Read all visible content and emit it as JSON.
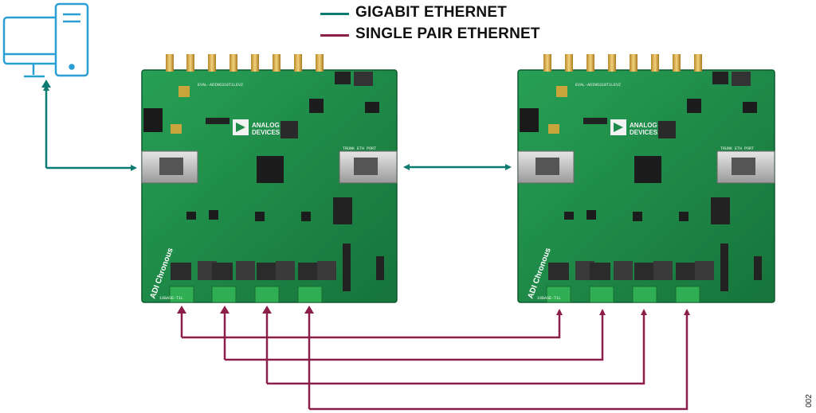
{
  "legend": {
    "items": [
      {
        "label": "GIGABIT ETHERNET",
        "color": "#0e7b73"
      },
      {
        "label": "SINGLE PAIR ETHERNET",
        "color": "#8b1f49"
      }
    ]
  },
  "figure_id": "002",
  "boards": [
    {
      "logo_text_1": "ANALOG",
      "logo_text_2": "DEVICES",
      "brand_text": "ADI Chronous",
      "header_label": "EVAL-ADIN6310T1LEVZ",
      "trunk_label": "TRUNK ETH PORT",
      "spe_port_label": "10BASE-T1L"
    },
    {
      "logo_text_1": "ANALOG",
      "logo_text_2": "DEVICES",
      "brand_text": "ADI Chronous",
      "header_label": "EVAL-ADIN6310T1LEVZ",
      "trunk_label": "TRUNK ETH PORT",
      "spe_port_label": "10BASE-T1L"
    }
  ],
  "icons": {
    "computer": "desktop-computer-icon"
  },
  "colors": {
    "gigabit": "#0e7b73",
    "spe": "#8b1f49",
    "pcb": "#1f8a4a",
    "pcb_dark": "#146b37",
    "icon_blue": "#2a9fd6"
  }
}
